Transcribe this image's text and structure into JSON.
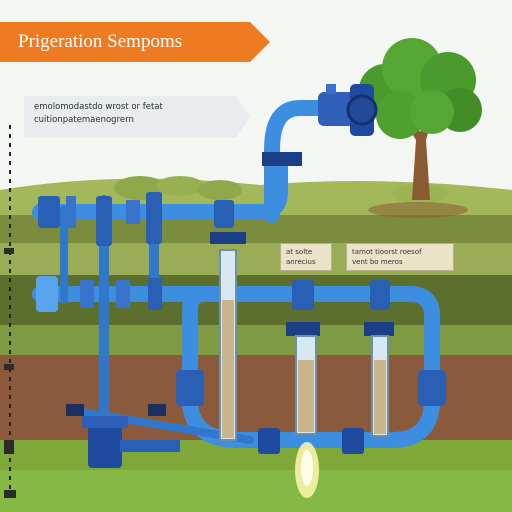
{
  "header": {
    "title": "Prigeration Sempoms"
  },
  "info_box": {
    "line1": "emolomodastdo wrost or fetat",
    "line2": "cuitionpatemaenogrern"
  },
  "labels": {
    "left": {
      "line1": "at solte",
      "line2": "anrecius"
    },
    "right": {
      "line1": "tamot tioorst roesof",
      "line2": "vent bo meros"
    }
  },
  "icons": [
    "tree-icon",
    "pump-icon",
    "valve-icon",
    "gauge-icon"
  ],
  "colors": {
    "banner": "#ee7b22",
    "pipe": "#3d8ee0",
    "pipe_dark": "#1f5fae",
    "grass": "#7ea83a",
    "soil": "#8b5a3c",
    "tree_foliage": "#4a9a2d",
    "tree_trunk": "#8a5a33"
  }
}
